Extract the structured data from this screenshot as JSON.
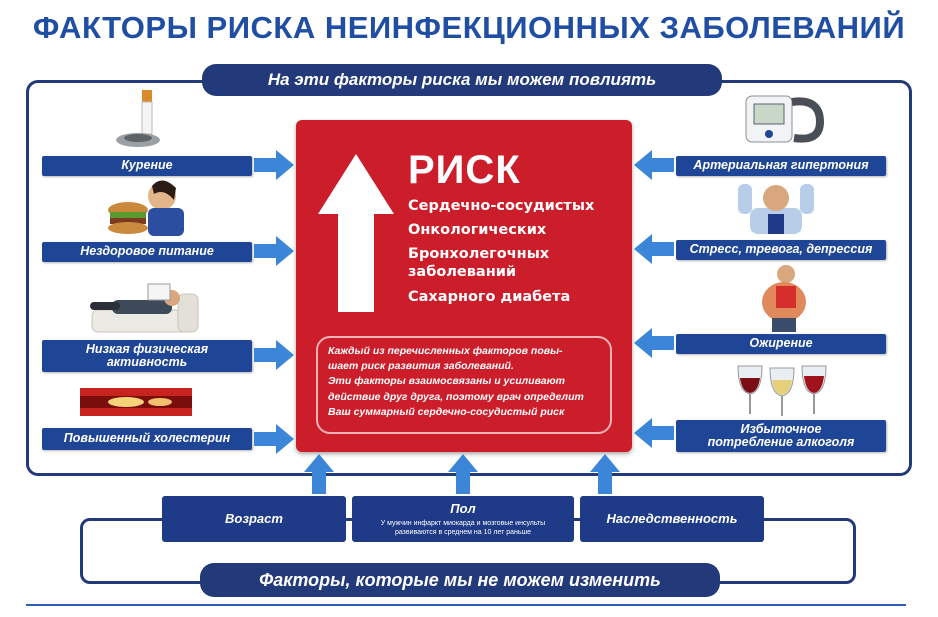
{
  "title": "ФАКТОРЫ РИСКА НЕИНФЕКЦИОННЫХ ЗАБОЛЕВАНИЙ",
  "modifiable_header": "На эти факторы риска мы можем повлиять",
  "non_modifiable_header": "Факторы, которые мы не можем изменить",
  "left_factors": [
    {
      "label": "Курение"
    },
    {
      "label": "Нездоровое питание"
    },
    {
      "label": "Низкая физическая",
      "label2": "активность"
    },
    {
      "label": "Повышенный холестерин"
    }
  ],
  "right_factors": [
    {
      "label": "Артериальная гипертония"
    },
    {
      "label": "Стресс, тревога, депрессия"
    },
    {
      "label": "Ожирение"
    },
    {
      "label": "Избыточное",
      "label2": "потребление алкоголя"
    }
  ],
  "risk": {
    "title": "РИСК",
    "items": [
      "Сердечно-сосудистых",
      "Онкологических",
      "Бронхолегочных заболеваний",
      "Сахарного диабета"
    ]
  },
  "note": {
    "lines": [
      "Каждый из перечисленных факторов повы-",
      "шает риск развития заболеваний.",
      "Эти факторы взаимосвязаны и усиливают",
      "действие друг друга, поэтому врач определит",
      "Ваш суммарный сердечно-сосудистый риск"
    ]
  },
  "bottom_factors": {
    "age": "Возраст",
    "sex": "Пол",
    "sex_note_1": "У мужчин инфаркт миокарда и мозговые инсульты",
    "sex_note_2": "развиваются в среднем на 10 лет раньше",
    "heredity": "Наследственность"
  },
  "colors": {
    "brand_blue": "#1f4596",
    "navy": "#233a7a",
    "risk_red": "#cc1d2a",
    "arrow_blue": "#3b86d8"
  }
}
